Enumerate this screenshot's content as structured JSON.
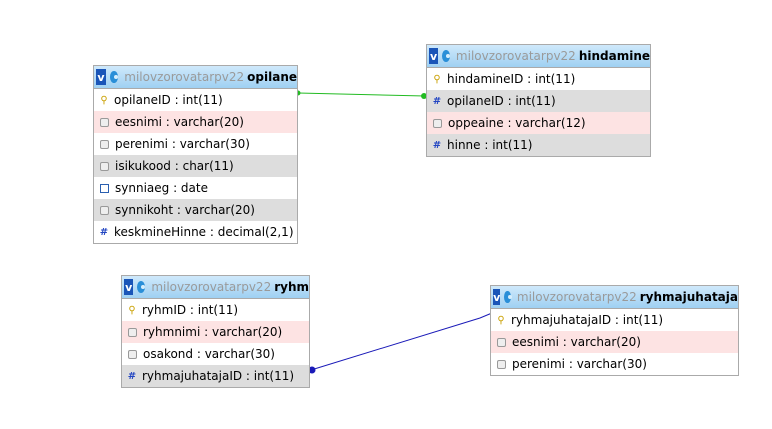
{
  "tables": [
    {
      "id": "opilane",
      "db": "milovzorovatarpv22",
      "name": "opilane",
      "columns": [
        {
          "text": "opilaneID : int(11)",
          "icon": "key-icon",
          "bg": "white"
        },
        {
          "text": "eesnimi : varchar(20)",
          "icon": "column-icon",
          "bg": "pink"
        },
        {
          "text": "perenimi : varchar(30)",
          "icon": "column-icon",
          "bg": "white"
        },
        {
          "text": "isikukood : char(11)",
          "icon": "column-icon",
          "bg": "gray"
        },
        {
          "text": "synniaeg : date",
          "icon": "date-icon",
          "bg": "white"
        },
        {
          "text": "synnikoht : varchar(20)",
          "icon": "column-icon",
          "bg": "gray"
        },
        {
          "text": "keskmineHinne : decimal(2,1)",
          "icon": "hash-icon",
          "bg": "white"
        }
      ]
    },
    {
      "id": "hindamine",
      "db": "milovzorovatarpv22",
      "name": "hindamine",
      "columns": [
        {
          "text": "hindamineID : int(11)",
          "icon": "key-icon",
          "bg": "white"
        },
        {
          "text": "opilaneID : int(11)",
          "icon": "hash-icon",
          "bg": "gray"
        },
        {
          "text": "oppeaine : varchar(12)",
          "icon": "column-icon",
          "bg": "pink"
        },
        {
          "text": "hinne : int(11)",
          "icon": "hash-icon",
          "bg": "gray"
        }
      ]
    },
    {
      "id": "ryhm",
      "db": "milovzorovatarpv22",
      "name": "ryhm",
      "columns": [
        {
          "text": "ryhmID : int(11)",
          "icon": "key-icon",
          "bg": "white"
        },
        {
          "text": "ryhmnimi : varchar(20)",
          "icon": "column-icon",
          "bg": "pink"
        },
        {
          "text": "osakond : varchar(30)",
          "icon": "column-icon",
          "bg": "white"
        },
        {
          "text": "ryhmajuhatajaID : int(11)",
          "icon": "hash-icon",
          "bg": "gray"
        }
      ]
    },
    {
      "id": "ryhmajuhataja",
      "db": "milovzorovatarpv22",
      "name": "ryhmajuhataja",
      "columns": [
        {
          "text": "ryhmajuhatajaID : int(11)",
          "icon": "key-icon",
          "bg": "white"
        },
        {
          "text": "eesnimi : varchar(20)",
          "icon": "column-icon",
          "bg": "pink"
        },
        {
          "text": "perenimi : varchar(30)",
          "icon": "column-icon",
          "bg": "white"
        }
      ]
    }
  ],
  "toggle_label": "v",
  "relations": [
    {
      "from": "opilane.opilaneID",
      "to": "hindamine.opilaneID",
      "color": "#22bb22"
    },
    {
      "from": "ryhm.ryhmajuhatajaID",
      "to": "ryhmajuhataja.ryhmajuhatajaID",
      "color": "#1a1ab8"
    }
  ]
}
